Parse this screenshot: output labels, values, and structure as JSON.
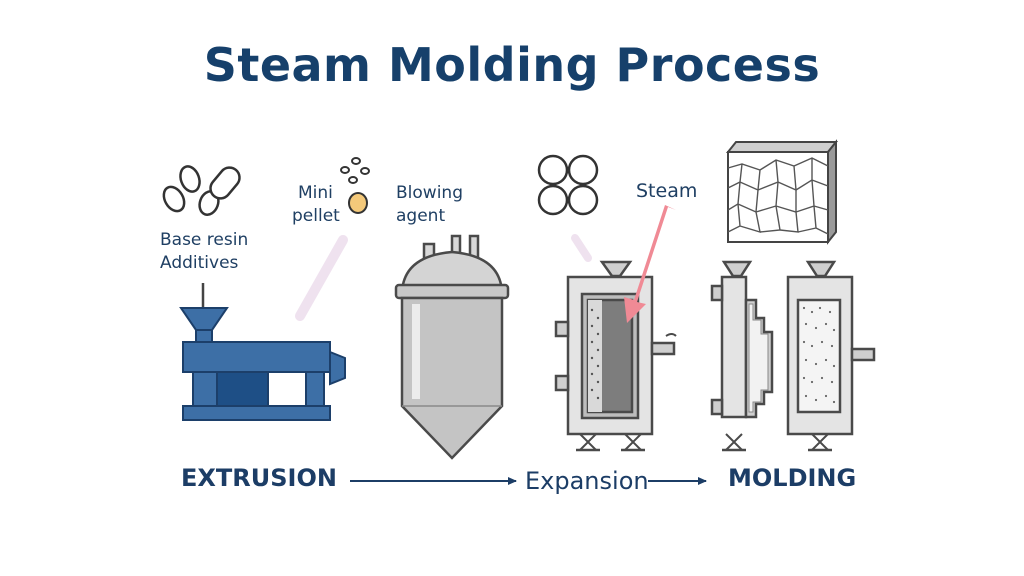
{
  "title": "Steam Molding Process",
  "labels": {
    "base_resin": "Base resin",
    "additives": "Additives",
    "mini": "Mini",
    "pellet": "pellet",
    "blowing": "Blowing",
    "agent": "agent",
    "steam": "Steam"
  },
  "stages": {
    "extrusion": "EXTRUSION",
    "expansion": "Expansion",
    "molding": "MOLDING"
  },
  "colors": {
    "title": "#16406b",
    "extruder": "#3d6fa6",
    "extruder_dark": "#1e4f86",
    "vessel": "#c4c4c4",
    "outline": "#4a4a4a",
    "steam_arrow": "#f08a95",
    "flow_arrow": "#1c3d66"
  }
}
